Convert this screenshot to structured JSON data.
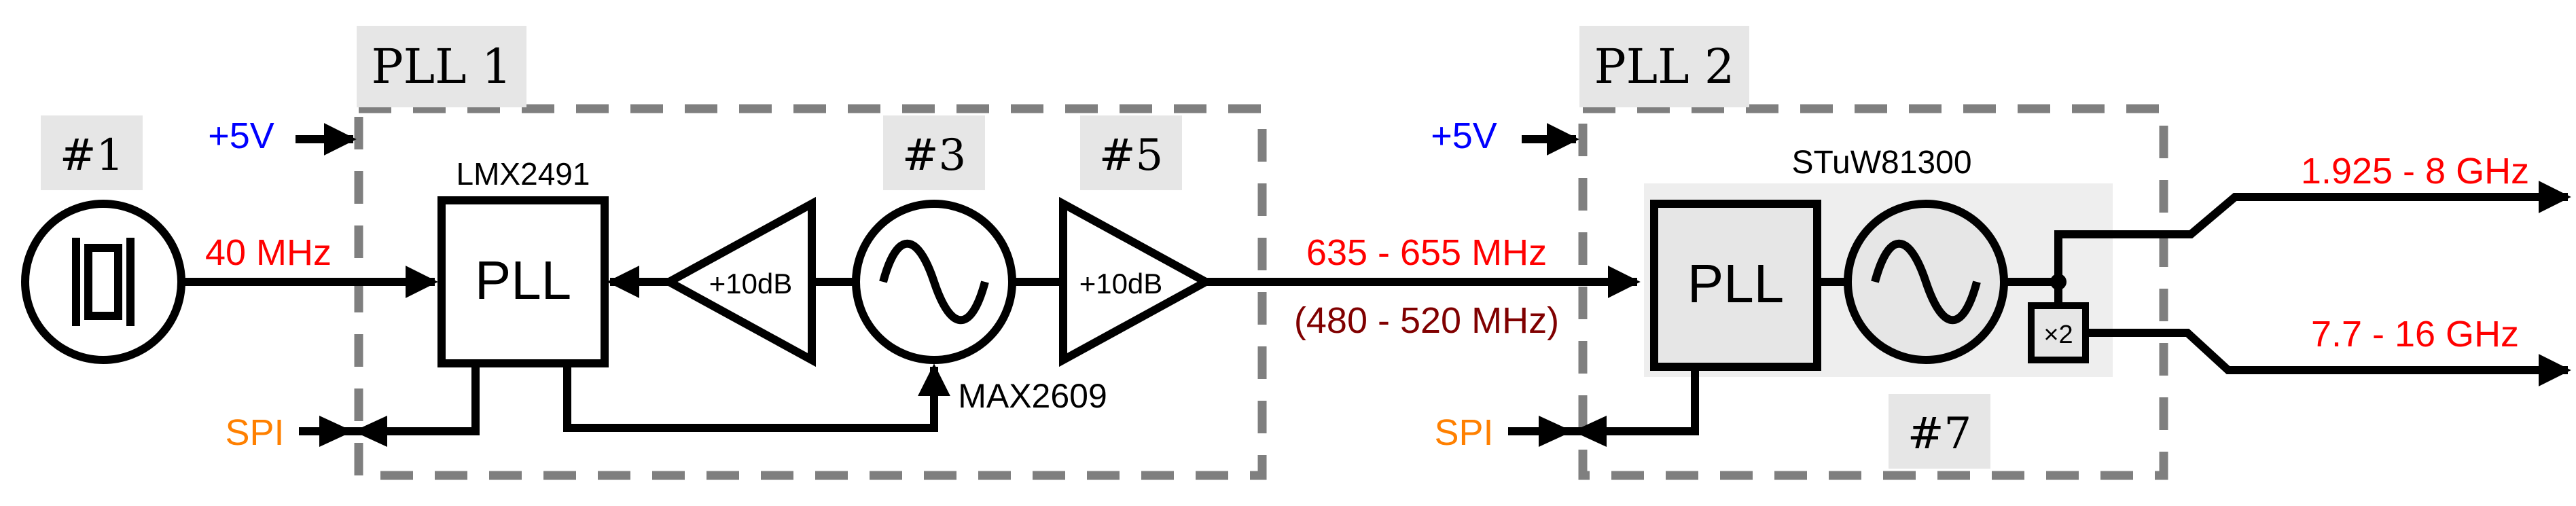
{
  "colors": {
    "stroke": "#000000",
    "dash": "#7f7f7f",
    "tagfill": "#e6e6e6",
    "chipfill": "#eeeeee",
    "red": "#ff0000",
    "darkred": "#800000",
    "blue": "#0000ff",
    "orange": "#ff8000"
  },
  "groups": {
    "pll1": {
      "label": "PLL 1"
    },
    "pll2": {
      "label": "PLL 2"
    }
  },
  "tags": {
    "t1": "#1",
    "t3": "#3",
    "t5": "#5",
    "t7": "#7"
  },
  "labels": {
    "supply1": "+5V",
    "supply2": "+5V",
    "spi1": "SPI",
    "spi2": "SPI",
    "lmx": "LMX2491",
    "max": "MAX2609",
    "stuw": "STuW81300",
    "pll_block1": "PLL",
    "pll_block2": "PLL",
    "amp1": "+10dB",
    "amp2": "+10dB",
    "doubler": "×2"
  },
  "signals": {
    "ref": "40 MHz",
    "mid": "635 - 655 MHz",
    "mid_alt": "(480 - 520 MHz)",
    "out1": "1.925 - 8 GHz",
    "out2": "7.7 - 16 GHz"
  },
  "icons": [
    "crystal-icon",
    "sine-icon",
    "arrow-icon",
    "bowtie-icon"
  ]
}
